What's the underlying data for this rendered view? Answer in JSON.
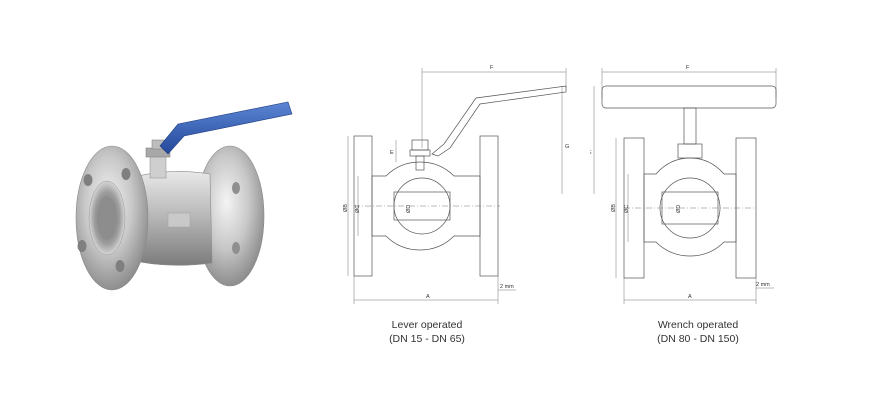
{
  "photo": {
    "icon": "ball-valve-photo",
    "lever_color": "#2f5fb3"
  },
  "lever_drawing": {
    "dimensions": {
      "a": "A",
      "f": "F",
      "g": "G",
      "e": "E",
      "b": "ØB",
      "c": "ØC",
      "d": "ØD",
      "gap": "2 mm"
    },
    "caption_line1": "Lever operated",
    "caption_line2": "(DN 15 - DN 65)"
  },
  "wrench_drawing": {
    "dimensions": {
      "a": "A",
      "f": "F",
      "e": "E",
      "b": "ØB",
      "c": "ØC",
      "d": "ØD",
      "gap": "2 mm"
    },
    "caption_line1": "Wrench operated",
    "caption_line2": "(DN 80 - DN 150)"
  }
}
